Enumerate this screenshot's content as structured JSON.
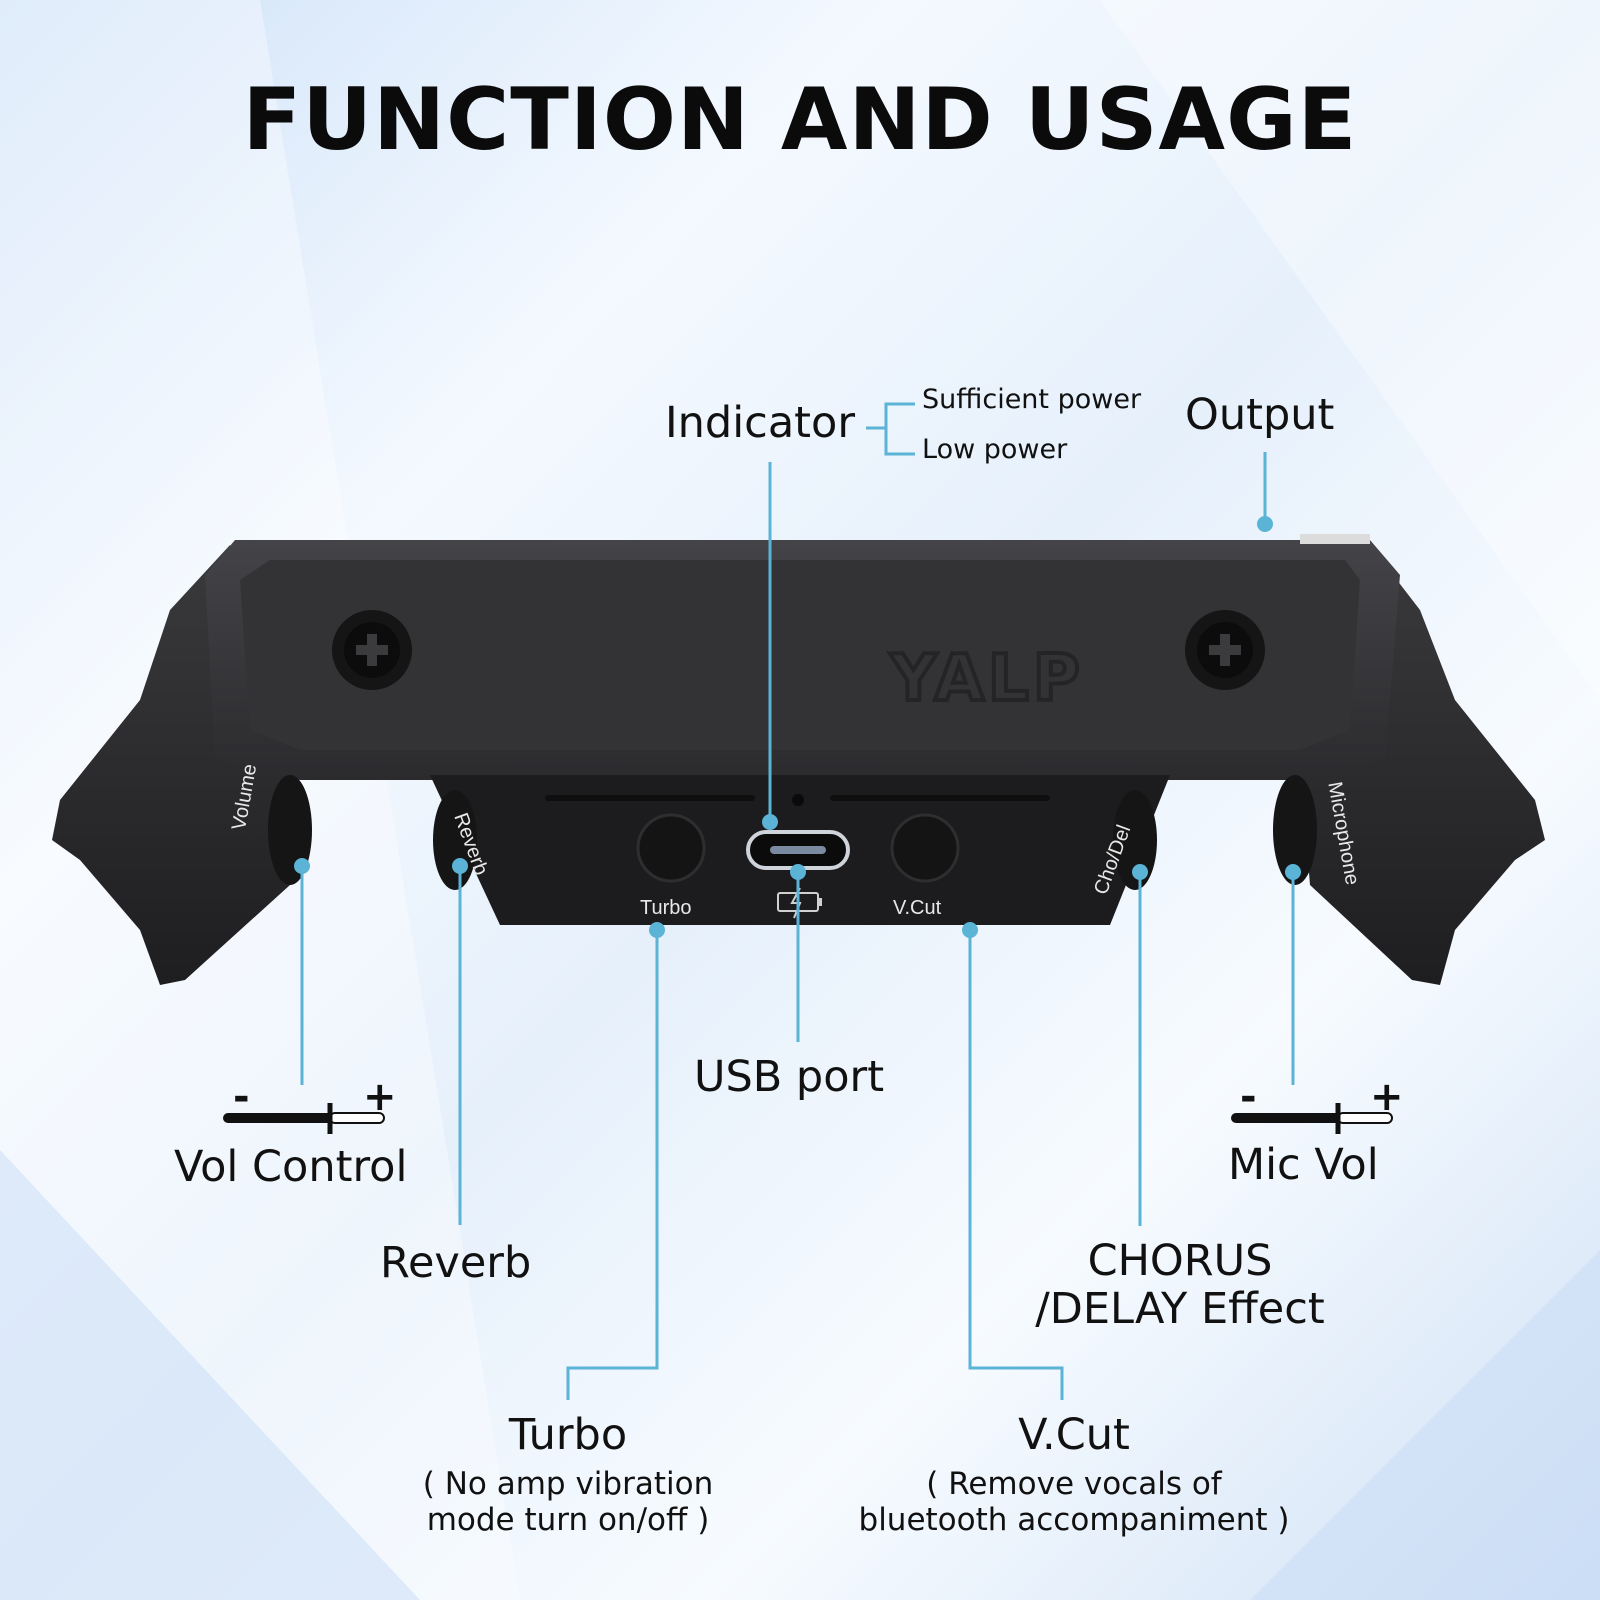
{
  "title": "FUNCTION AND USAGE",
  "indicator": {
    "label": "Indicator",
    "states": [
      "Sufficient power",
      "Low power"
    ]
  },
  "output": {
    "label": "Output"
  },
  "usb_port": {
    "label": "USB port"
  },
  "vol_control": {
    "label": "Vol Control",
    "minus": "-",
    "plus": "+"
  },
  "mic_vol": {
    "label": "Mic Vol",
    "minus": "-",
    "plus": "+"
  },
  "reverb": {
    "label": "Reverb"
  },
  "chorus_delay": {
    "line1": "CHORUS",
    "line2": "/DELAY Effect"
  },
  "turbo": {
    "label": "Turbo",
    "desc1": "( No amp vibration",
    "desc2": "mode turn on/off )"
  },
  "vcut": {
    "label": "V.Cut",
    "desc1": "( Remove vocals of",
    "desc2": "bluetooth accompaniment )"
  },
  "device": {
    "brand": "YALP",
    "knob_volume": "Volume",
    "knob_reverb": "Reverb",
    "knob_chodel": "Cho/Del",
    "knob_microphone": "Microphone",
    "btn_turbo": "Turbo",
    "btn_vcut": "V.Cut"
  },
  "colors": {
    "callout_line": "#5bb3d6",
    "device_body": "#2a2a2c",
    "text": "#111111"
  }
}
